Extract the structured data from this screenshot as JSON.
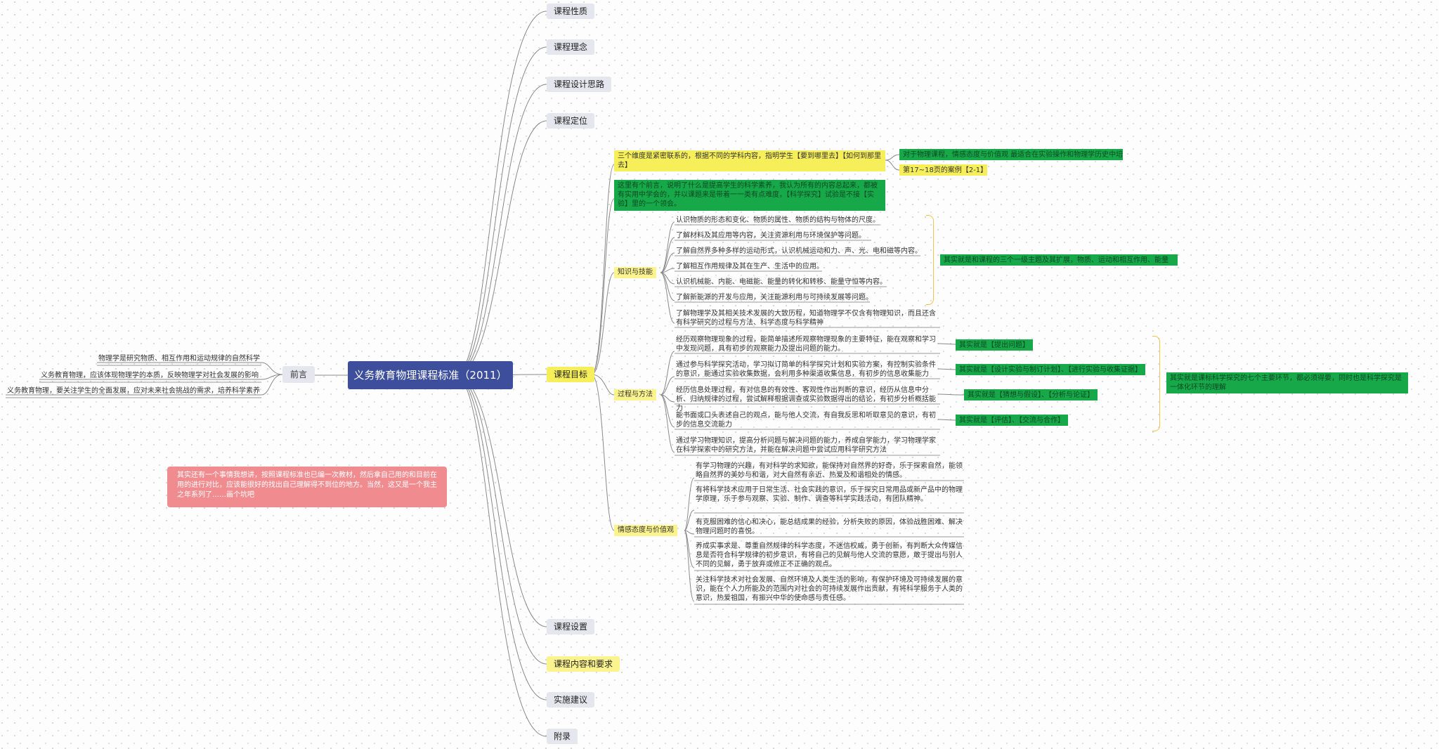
{
  "root": {
    "title": "义务教育物理课程标准（2011）"
  },
  "left": {
    "label": "前言",
    "items": [
      "物理学是研究物质、相互作用和运动规律的自然科学",
      "义务教育物理，应该体现物理学的本质，反映物理学对社会发展的影响",
      "义务教育物理，要关注学生的全面发展，应对未来社会挑战的需求，培养科学素养"
    ],
    "note": "其实还有一个事情我想讲，按照课程标准也已编一次教材，然后拿自己用的和目前在用的进行对比，应该能很好的找出自己理解得不到位的地方。当然，这又是一个我主之年系列了……画个坑吧"
  },
  "branches": {
    "b1": "课程性质",
    "b2": "课程理念",
    "b3": "课程设计思路",
    "b4": "课程定位",
    "b5": "课程目标",
    "b6": "课程设置",
    "b7": "课程内容和要求",
    "b8": "实施建议",
    "b9": "附录"
  },
  "goals": {
    "intro1": "三个维度是紧密联系的，根据不同的学科内容，指明学生【要到哪里去】【如何到那里去】",
    "intro1_notes": [
      "对于物理课程，情感态度与价值观 最适合在实验操作和物理学历史中培",
      "第17~18页的案例【2-1】"
    ],
    "intro2": "这里有个前言，说明了什么是提高学生的科学素养，我认为所有的内容总起来，都被有实用中学会的，并以课题来是带着一一类有点难度，【科学探究】试验是不接【实验】里的一个领会。",
    "knowledge": {
      "label": "知识与技能",
      "items": [
        "认识物质的形态和变化、物质的属性、物质的结构与物体的尺度。",
        "了解材料及其应用等内容，关注资源利用与环境保护等问题。",
        "了解自然界多种多样的运动形式，认识机械运动和力、声、光、电和磁等内容。",
        "了解相互作用规律及其在生产、生活中的应用。",
        "认识机械能、内能、电磁能、能量的转化和转移、能量守恒等内容。",
        "了解新能源的开发与应用，关注能源利用与可持续发展等问题。",
        "了解物理学及其相关技术发展的大致历程，知道物理学不仅含有物理知识，而且还含有科学研究的过程与方法、科学态度与科学精神"
      ],
      "note": "其实就是和课程的三个一级主题及其扩展，物质、运动和相互作用、能量"
    },
    "process": {
      "label": "过程与方法",
      "items": [
        "经历观察物理现象的过程，能简单描述所观察物理现象的主要特征，能在观察和学习中发现问题，具有初步的观察能力及提出问题的能力。",
        "通过参与科学探究活动，学习拟订简单的科学探究计划和实验方案，有控制实验条件的意识，能通过实验收集数据，会利用多种渠道收集信息，有初步的信息收集能力",
        "经历信息处理过程，有对信息的有效性、客观性作出判断的意识，经历从信息中分析、归纳规律的过程，尝试解释根据调查或实验数据得出的结论，有初步分析概括能力",
        "能书面或口头表述自己的观点，能与他人交流，有自我反思和听取意见的意识，有初步的信息交流能力",
        "通过学习物理知识，提高分析问题与解决问题的能力，养成自学能力，学习物理学家在科学探索中的研究方法，并能在解决问题中尝试应用科学研究方法"
      ],
      "notes": [
        "其实就是【提出问题】",
        "其实就是【设计实验与制订计划】、【进行实验与收集证据】",
        "其实就是【猜想与假设】、【分析与论证】",
        "其实就是【评估】、【交流与合作】"
      ],
      "summary": "其实就是课标科学探究的七个主要环节，都必须得要，同时也是科学探究是一体化环节的理解"
    },
    "emotion": {
      "label": "情感态度与价值观",
      "items": [
        "有学习物理的兴趣，有对科学的求知欲，能保持对自然界的好奇，乐于探索自然，能领略自然界的美妙与和谐，对大自然有亲近、热爱及和谐相处的情感。",
        "有将科学技术应用于日常生活、社会实践的意识，乐于探究日常用品或新产品中的物理学原理，乐于参与观察、实验、制作、调查等科学实践活动，有团队精神。",
        "有克服困难的信心和决心，能总结成果的经验，分析失败的原因，体验战胜困难、解决物理问题时的喜悦。",
        "养成实事求是、尊重自然规律的科学态度，不迷信权威，勇于创新，有判断大众传媒信息是否符合科学规律的初步意识，有将自己的见解与他人交流的意愿，敢于提出与别人不同的见解，勇于放弃或修正不正确的观点。",
        "关注科学技术对社会发展、自然环境及人类生活的影响，有保护环境及可持续发展的意识，能在个人力所能及的范围内对社会的可持续发展作出贡献，有将科学服务于人类的意识，热爱祖国，有振兴中华的使命感与责任感。"
      ]
    }
  }
}
